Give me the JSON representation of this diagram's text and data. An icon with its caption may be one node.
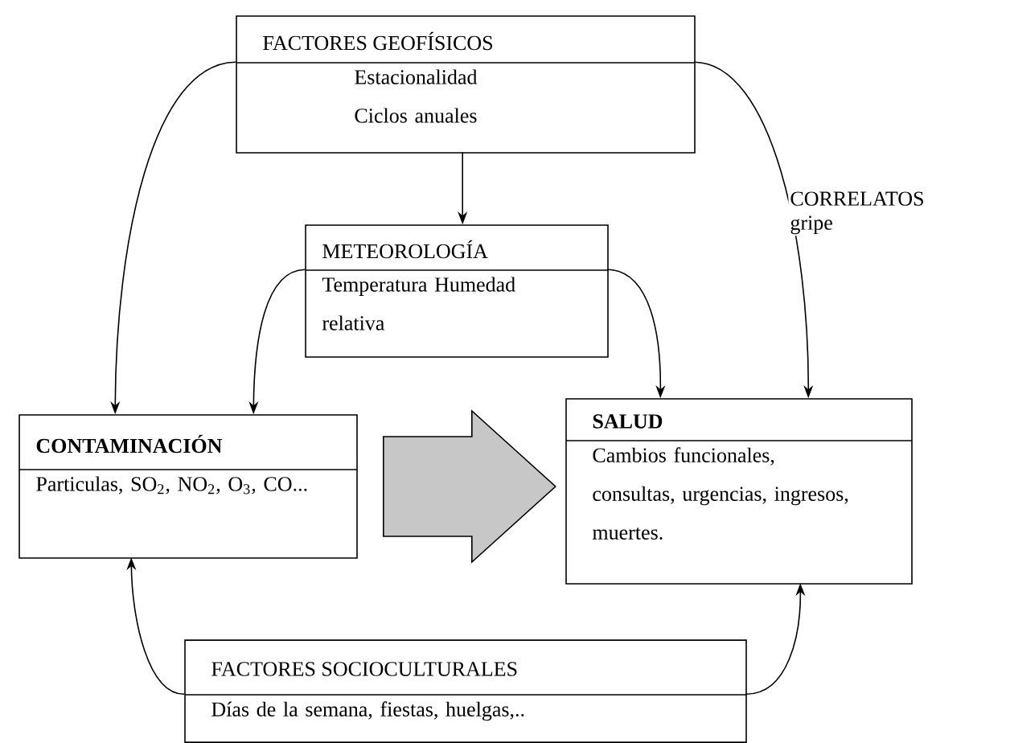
{
  "diagram": {
    "nodes": [
      {
        "text": [
          "FACTORES GEOFÍSICOS",
          "Estacionalidad Ciclos anuales"
        ]
      },
      {
        "text": [
          "METEOROLOGÍA",
          "Temperatura Humedad relativa"
        ]
      },
      {
        "text": [
          "CONTAMINACIÓN",
          "Particulas, SO$_{2}$, NO$_{2}$, O$_{3}$, CO..."
        ]
      },
      {
        "text": [
          "SALUD",
          "Cambios funcionales, consultas, urgencias, ingresos, muertes."
        ]
      },
      {
        "text": [
          "FACTORES SOCIOCULTURALES",
          "Días de la semana, fiestas,  huelgas,.."
        ]
      }
    ],
    "edges": [
      {
        "from": 0,
        "to": 1,
        "arrow": "to"
      },
      {
        "from": 0,
        "to": 2,
        "arrow": "to"
      },
      {
        "from": 0,
        "to": 3,
        "arrow": "to",
        "label": "CORRELATOS gripe"
      },
      {
        "from": 1,
        "to": 2,
        "arrow": "to"
      },
      {
        "from": 1,
        "to": 3,
        "arrow": "to"
      },
      {
        "from": 4,
        "to": 2,
        "arrow": "to"
      },
      {
        "from": 4,
        "to": 3,
        "arrow": "to"
      },
      {
        "from": 2,
        "to": 3,
        "arrow": "to",
        "style": "thick"
      }
    ]
  }
}
